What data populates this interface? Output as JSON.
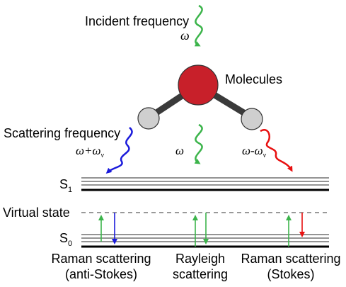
{
  "labels": {
    "incident_frequency": "Incident frequency",
    "molecules": "Molecules",
    "scattering_frequency": "Scattering frequency",
    "s1": "S",
    "s1_sub": "1",
    "s0": "S",
    "s0_sub": "0",
    "virtual_state": "Virtual state",
    "omega": "ω",
    "omega_plus": "ω+ω",
    "omega_minus": "ω-ω",
    "v_sub": "v"
  },
  "columns": [
    {
      "title_line1": "Raman scattering",
      "title_line2": "(anti-Stokes)"
    },
    {
      "title_line1": "Rayleigh",
      "title_line2": "scattering"
    },
    {
      "title_line1": "Raman scattering",
      "title_line2": "(Stokes)"
    }
  ],
  "colors": {
    "incident": "#3cb44b",
    "anti_stokes": "#1a1adb",
    "stokes": "#e81010",
    "atom_center": "#c8202a",
    "atom_side": "#cfcfcf",
    "bond": "#3a3a3a"
  }
}
